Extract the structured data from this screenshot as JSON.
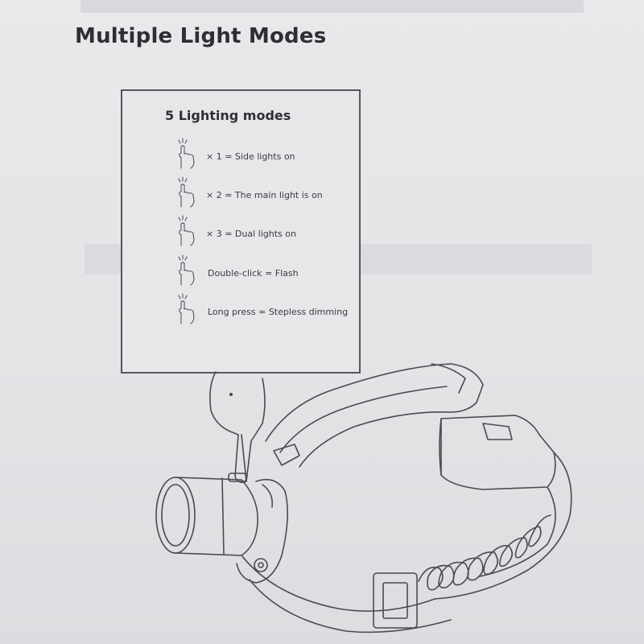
{
  "page": {
    "title": "Multiple Light Modes"
  },
  "modes_box": {
    "heading": "5 Lighting modes",
    "modes": [
      {
        "label": "× 1 = Side lights on",
        "icon": "finger-tap-icon"
      },
      {
        "label": "× 2 = The main light is on",
        "icon": "finger-tap-icon"
      },
      {
        "label": "× 3 = Dual lights on",
        "icon": "finger-tap-icon"
      },
      {
        "label": "Double-click = Flash",
        "icon": "finger-tap-icon"
      },
      {
        "label": "Long press  = Stepless dimming",
        "icon": "finger-tap-icon"
      }
    ]
  },
  "illustration": {
    "icon": "headlamp-illustration",
    "line_color": "#4a4b50"
  }
}
